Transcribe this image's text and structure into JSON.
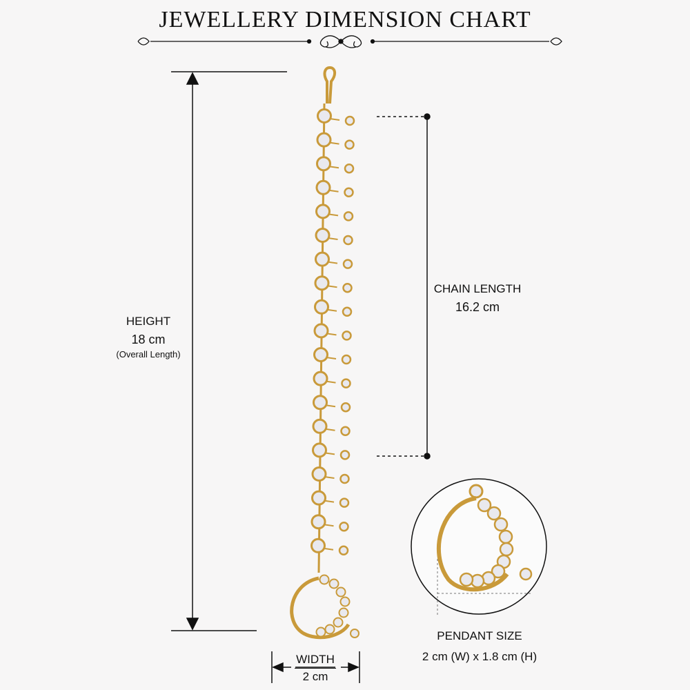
{
  "title": "JEWELLERY DIMENSION CHART",
  "height": {
    "label": "HEIGHT",
    "value": "18 cm",
    "note": "(Overall Length)"
  },
  "chain_length": {
    "label": "CHAIN LENGTH",
    "value": "16.2 cm"
  },
  "width": {
    "label": "WIDTH",
    "value": "2 cm"
  },
  "pendant_size": {
    "label": "PENDANT SIZE",
    "value": "2 cm (W) x 1.8 cm (H)"
  },
  "colors": {
    "gold": "#c99a3a",
    "stone": "#e9e9ee",
    "line": "#111111"
  }
}
